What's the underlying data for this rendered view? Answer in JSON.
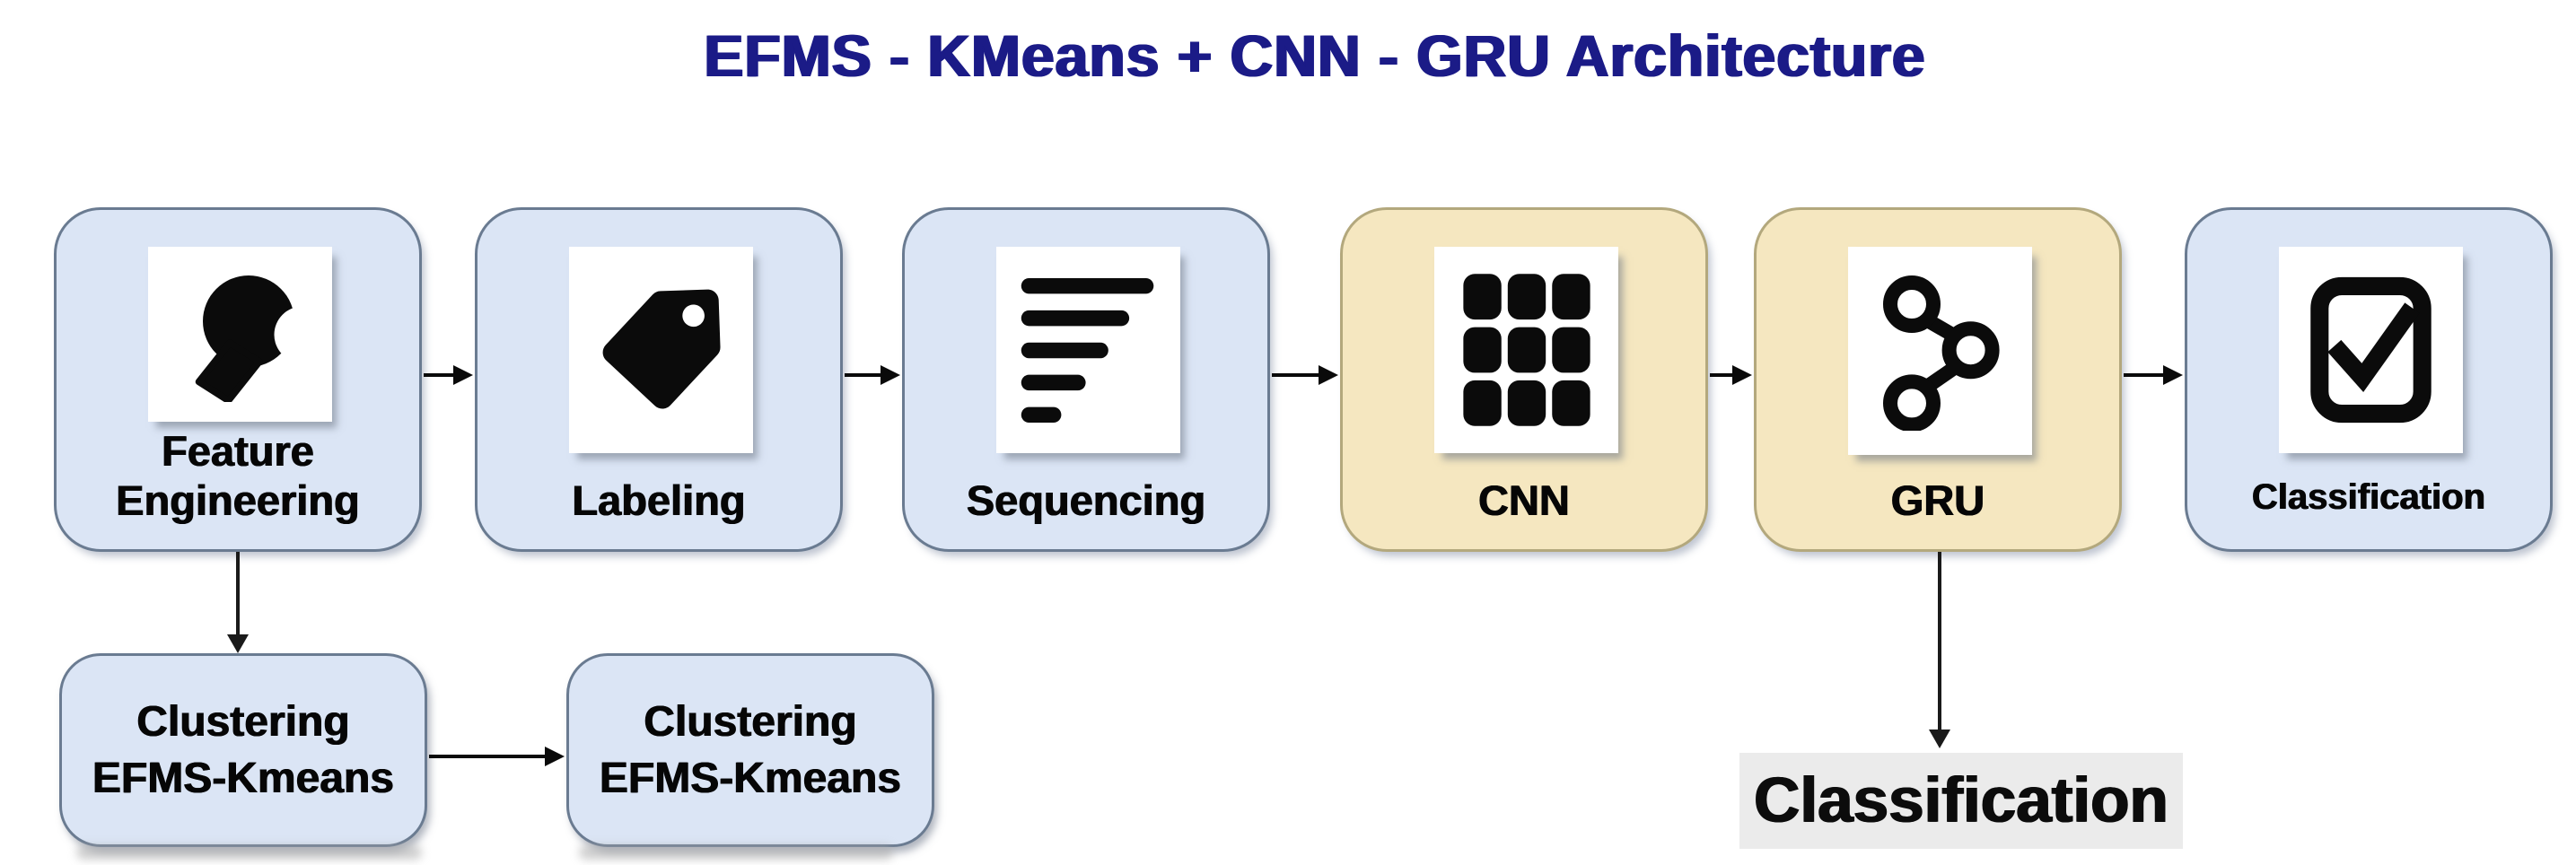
{
  "title": "EFMS - KMeans + CNN - GRU Architecture",
  "colors": {
    "title_text": "#1b1b87",
    "blue_box_fill": "#dbe5f5",
    "blue_box_border": "#6a7b91",
    "yellow_box_fill": "#f5e7c0",
    "yellow_box_border": "#b3a87d",
    "label_text": "#060606",
    "output_highlight_bg": "#ebebeb",
    "arrow": "#0a0a0a"
  },
  "pipeline": [
    {
      "label": "Feature\nEngineering",
      "icon": "wrench-icon",
      "style": "blue"
    },
    {
      "label": "Labeling",
      "icon": "tag-icon",
      "style": "blue"
    },
    {
      "label": "Sequencing",
      "icon": "sequence-bars-icon",
      "style": "blue"
    },
    {
      "label": "CNN",
      "icon": "grid-icon",
      "style": "yellow"
    },
    {
      "label": "GRU",
      "icon": "share-nodes-icon",
      "style": "yellow"
    },
    {
      "label": "Classification",
      "icon": "checkbox-check-icon",
      "style": "blue"
    }
  ],
  "clustering": [
    {
      "label": "Clustering\nEFMS-Kmeans"
    },
    {
      "label": "Clustering\nEFMS-Kmeans"
    }
  ],
  "output_label": "Classification"
}
